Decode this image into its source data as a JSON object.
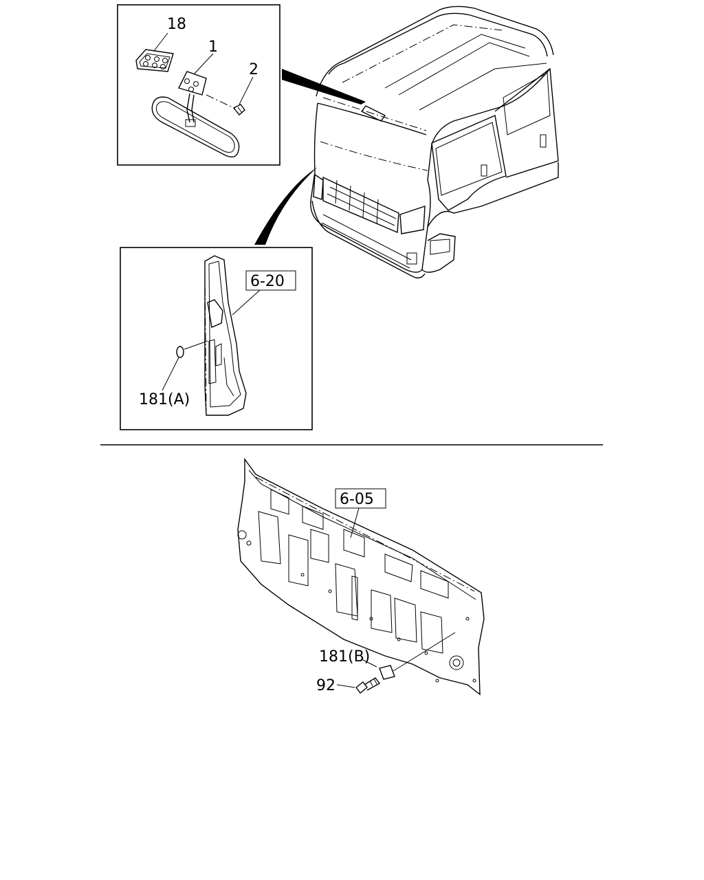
{
  "labels": {
    "part_18": "18",
    "part_1": "1",
    "part_2": "2",
    "ref_6_20": "6-20",
    "part_181a": "181(A)",
    "ref_6_05": "6-05",
    "part_181b": "181(B)",
    "part_92": "92"
  }
}
